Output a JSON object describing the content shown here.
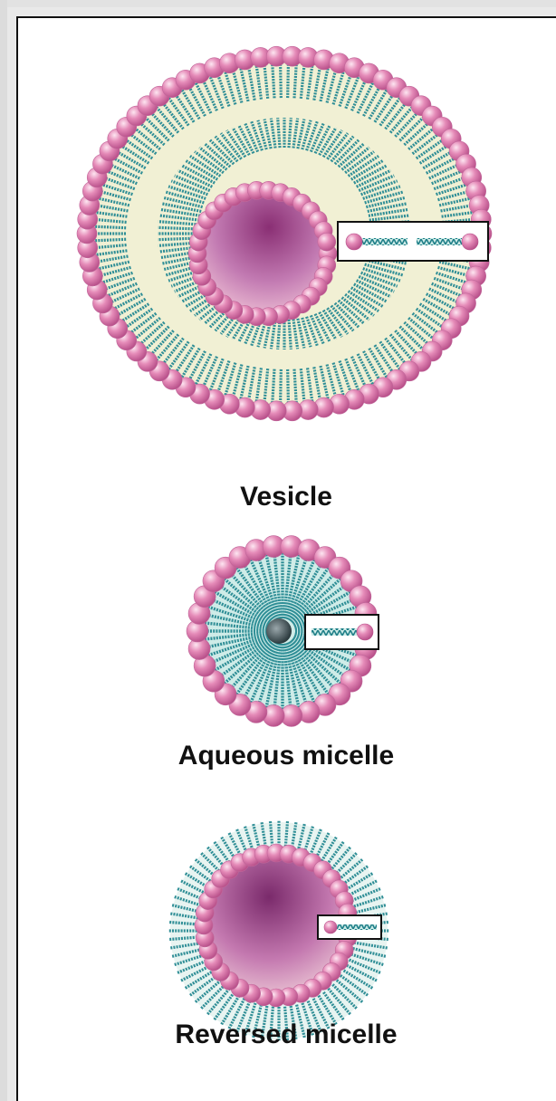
{
  "captions": {
    "vesicle": "Vesicle",
    "aqueous_micelle": "Aqueous micelle",
    "reversed_micelle": "Reversed micelle"
  },
  "colors": {
    "head_pink": "#e27fb1",
    "head_highlight": "#fbe0ee",
    "tail_teal": "#2f8e96",
    "tail_light": "#cdebe6",
    "cream": "#f1f0d4",
    "interior_purple": "#9d3e82",
    "frame": "#111111"
  }
}
